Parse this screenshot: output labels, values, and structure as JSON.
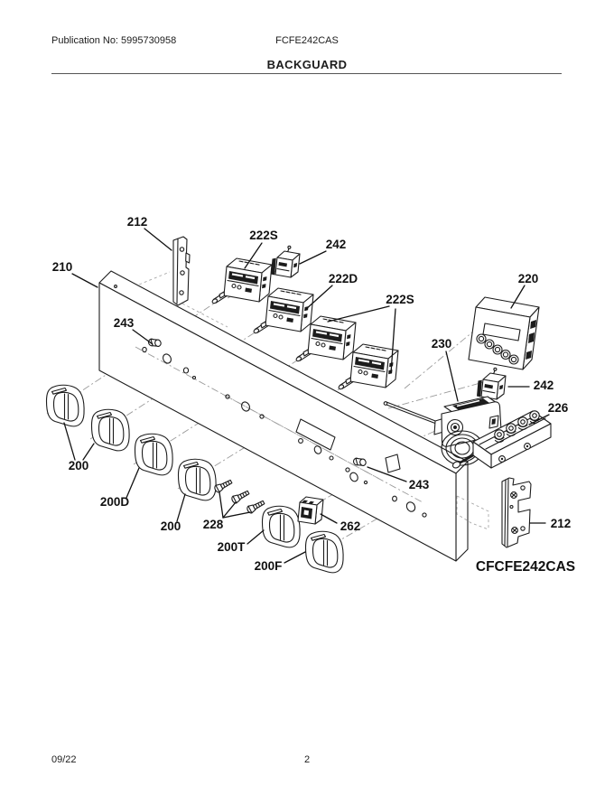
{
  "header": {
    "publication_no": "Publication No: 5995730958",
    "model_number": "FCFE242CAS",
    "section_title": "BACKGUARD"
  },
  "footer": {
    "date": "09/22",
    "page_number": "2"
  },
  "diagram": {
    "variant_model_label": "CFCFE242CAS",
    "callouts": {
      "part_210": "210",
      "part_212_top": "212",
      "part_212_bottom": "212",
      "part_220": "220",
      "part_222s_first": "222S",
      "part_222d": "222D",
      "part_222s_second": "222S",
      "part_226": "226",
      "part_228": "228",
      "part_230": "230",
      "part_242_top": "242",
      "part_242_right": "242",
      "part_243_left": "243",
      "part_243_right": "243",
      "part_262": "262",
      "part_200_top": "200",
      "part_200d": "200D",
      "part_200_mid": "200",
      "part_200t": "200T",
      "part_200f": "200F"
    }
  },
  "colors": {
    "ink": "#1c1c1c",
    "background": "#ffffff",
    "construction_line": "#9b9b9b",
    "header_rule": "#555555"
  }
}
